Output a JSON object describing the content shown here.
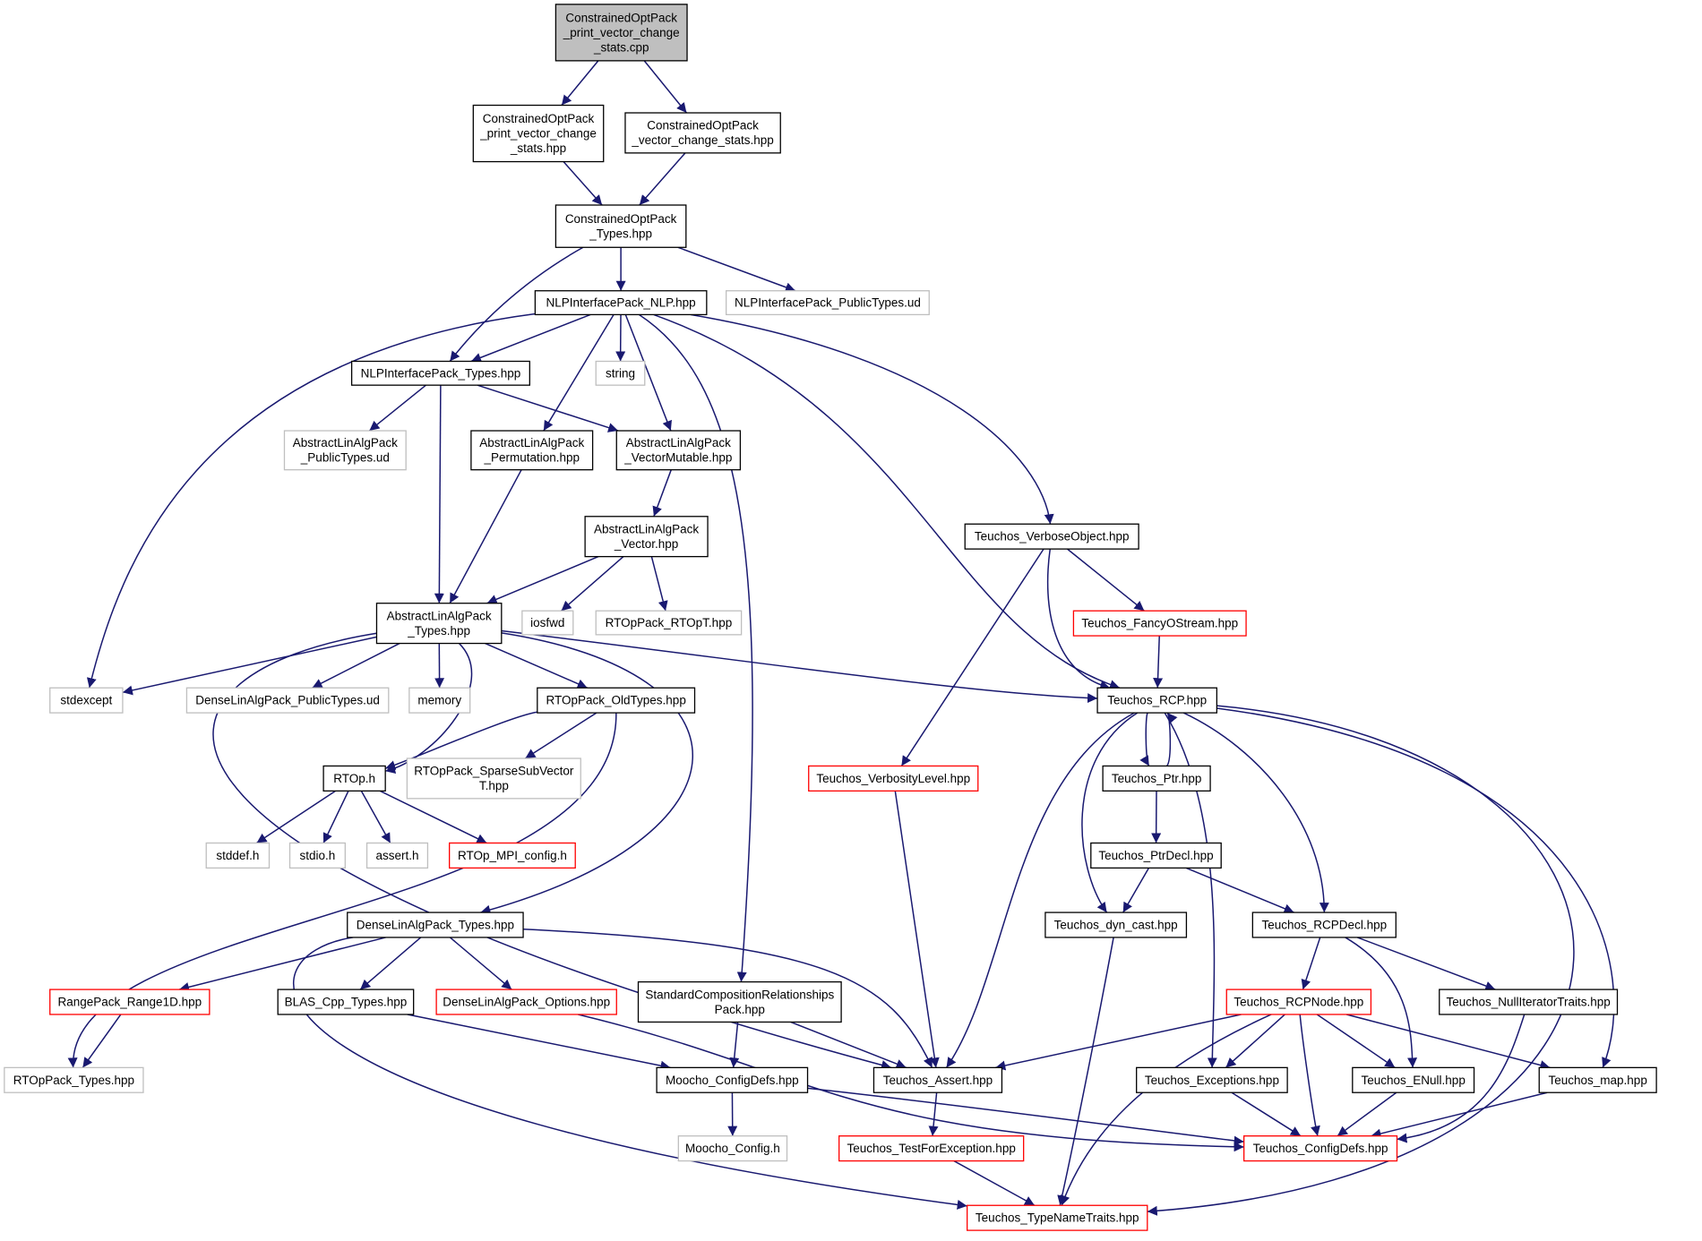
{
  "colors": {
    "edge": "#191970",
    "normal": "#000000",
    "root_fill": "#bfbfbf",
    "truncated": "#ff0000",
    "external": "#bfbfbf",
    "background": "#ffffff"
  },
  "nodes": [
    {
      "id": "root",
      "lines": [
        "ConstrainedOptPack",
        "_print_vector_change",
        "_stats.cpp"
      ],
      "kind": "root"
    },
    {
      "id": "cop_pvcs_hpp",
      "lines": [
        "ConstrainedOptPack",
        "_print_vector_change",
        "_stats.hpp"
      ],
      "kind": "normal"
    },
    {
      "id": "cop_vcs_hpp",
      "lines": [
        "ConstrainedOptPack",
        "_vector_change_stats.hpp"
      ],
      "kind": "normal"
    },
    {
      "id": "cop_types",
      "lines": [
        "ConstrainedOptPack",
        "_Types.hpp"
      ],
      "kind": "normal"
    },
    {
      "id": "nlp_nlp",
      "lines": [
        "NLPInterfacePack_NLP.hpp"
      ],
      "kind": "normal"
    },
    {
      "id": "nlp_pub",
      "lines": [
        "NLPInterfacePack_PublicTypes.ud"
      ],
      "kind": "external"
    },
    {
      "id": "nlp_types",
      "lines": [
        "NLPInterfacePack_Types.hpp"
      ],
      "kind": "normal"
    },
    {
      "id": "string",
      "lines": [
        "string"
      ],
      "kind": "external"
    },
    {
      "id": "ala_pub",
      "lines": [
        "AbstractLinAlgPack",
        "_PublicTypes.ud"
      ],
      "kind": "external"
    },
    {
      "id": "ala_perm",
      "lines": [
        "AbstractLinAlgPack",
        "_Permutation.hpp"
      ],
      "kind": "normal"
    },
    {
      "id": "ala_vm",
      "lines": [
        "AbstractLinAlgPack",
        "_VectorMutable.hpp"
      ],
      "kind": "normal"
    },
    {
      "id": "ala_vec",
      "lines": [
        "AbstractLinAlgPack",
        "_Vector.hpp"
      ],
      "kind": "normal"
    },
    {
      "id": "t_verbose",
      "lines": [
        "Teuchos_VerboseObject.hpp"
      ],
      "kind": "normal"
    },
    {
      "id": "ala_types",
      "lines": [
        "AbstractLinAlgPack",
        "_Types.hpp"
      ],
      "kind": "normal"
    },
    {
      "id": "iosfwd",
      "lines": [
        "iosfwd"
      ],
      "kind": "external"
    },
    {
      "id": "rtop_rtopt",
      "lines": [
        "RTOpPack_RTOpT.hpp"
      ],
      "kind": "external"
    },
    {
      "id": "t_fancy",
      "lines": [
        "Teuchos_FancyOStream.hpp"
      ],
      "kind": "truncated"
    },
    {
      "id": "stdexcept",
      "lines": [
        "stdexcept"
      ],
      "kind": "external"
    },
    {
      "id": "dla_pub",
      "lines": [
        "DenseLinAlgPack_PublicTypes.ud"
      ],
      "kind": "external"
    },
    {
      "id": "memory",
      "lines": [
        "memory"
      ],
      "kind": "external"
    },
    {
      "id": "rtop_old",
      "lines": [
        "RTOpPack_OldTypes.hpp"
      ],
      "kind": "normal"
    },
    {
      "id": "t_rcp",
      "lines": [
        "Teuchos_RCP.hpp"
      ],
      "kind": "normal"
    },
    {
      "id": "rtop_h",
      "lines": [
        "RTOp.h"
      ],
      "kind": "normal"
    },
    {
      "id": "rtop_ssv",
      "lines": [
        "RTOpPack_SparseSubVector",
        "T.hpp"
      ],
      "kind": "external"
    },
    {
      "id": "t_verblevel",
      "lines": [
        "Teuchos_VerbosityLevel.hpp"
      ],
      "kind": "truncated"
    },
    {
      "id": "t_ptr",
      "lines": [
        "Teuchos_Ptr.hpp"
      ],
      "kind": "normal"
    },
    {
      "id": "stddef",
      "lines": [
        "stddef.h"
      ],
      "kind": "external"
    },
    {
      "id": "stdio",
      "lines": [
        "stdio.h"
      ],
      "kind": "external"
    },
    {
      "id": "assert",
      "lines": [
        "assert.h"
      ],
      "kind": "external"
    },
    {
      "id": "rtop_mpi",
      "lines": [
        "RTOp_MPI_config.h"
      ],
      "kind": "truncated"
    },
    {
      "id": "t_ptrdecl",
      "lines": [
        "Teuchos_PtrDecl.hpp"
      ],
      "kind": "normal"
    },
    {
      "id": "dla_types",
      "lines": [
        "DenseLinAlgPack_Types.hpp"
      ],
      "kind": "normal"
    },
    {
      "id": "t_dyncast",
      "lines": [
        "Teuchos_dyn_cast.hpp"
      ],
      "kind": "normal"
    },
    {
      "id": "t_rcpdecl",
      "lines": [
        "Teuchos_RCPDecl.hpp"
      ],
      "kind": "normal"
    },
    {
      "id": "rp_range",
      "lines": [
        "RangePack_Range1D.hpp"
      ],
      "kind": "truncated"
    },
    {
      "id": "blas",
      "lines": [
        "BLAS_Cpp_Types.hpp"
      ],
      "kind": "normal"
    },
    {
      "id": "dla_opt",
      "lines": [
        "DenseLinAlgPack_Options.hpp"
      ],
      "kind": "truncated"
    },
    {
      "id": "scrp",
      "lines": [
        "StandardCompositionRelationships",
        "Pack.hpp"
      ],
      "kind": "normal"
    },
    {
      "id": "t_rcpnode",
      "lines": [
        "Teuchos_RCPNode.hpp"
      ],
      "kind": "truncated"
    },
    {
      "id": "t_nullit",
      "lines": [
        "Teuchos_NullIteratorTraits.hpp"
      ],
      "kind": "normal"
    },
    {
      "id": "rtop_types",
      "lines": [
        "RTOpPack_Types.hpp"
      ],
      "kind": "external"
    },
    {
      "id": "moocho_cfgdefs",
      "lines": [
        "Moocho_ConfigDefs.hpp"
      ],
      "kind": "normal"
    },
    {
      "id": "t_assert",
      "lines": [
        "Teuchos_Assert.hpp"
      ],
      "kind": "normal"
    },
    {
      "id": "t_exc",
      "lines": [
        "Teuchos_Exceptions.hpp"
      ],
      "kind": "normal"
    },
    {
      "id": "t_enull",
      "lines": [
        "Teuchos_ENull.hpp"
      ],
      "kind": "normal"
    },
    {
      "id": "t_map",
      "lines": [
        "Teuchos_map.hpp"
      ],
      "kind": "normal"
    },
    {
      "id": "moocho_cfg",
      "lines": [
        "Moocho_Config.h"
      ],
      "kind": "external"
    },
    {
      "id": "t_tfe",
      "lines": [
        "Teuchos_TestForException.hpp"
      ],
      "kind": "truncated"
    },
    {
      "id": "t_cfgdefs",
      "lines": [
        "Teuchos_ConfigDefs.hpp"
      ],
      "kind": "truncated"
    },
    {
      "id": "t_tnt",
      "lines": [
        "Teuchos_TypeNameTraits.hpp"
      ],
      "kind": "truncated"
    }
  ],
  "edges": [
    [
      "root",
      "cop_pvcs_hpp"
    ],
    [
      "root",
      "cop_vcs_hpp"
    ],
    [
      "cop_pvcs_hpp",
      "cop_types"
    ],
    [
      "cop_vcs_hpp",
      "cop_types"
    ],
    [
      "cop_types",
      "nlp_nlp"
    ],
    [
      "cop_types",
      "nlp_types"
    ],
    [
      "cop_types",
      "nlp_pub"
    ],
    [
      "nlp_nlp",
      "nlp_types"
    ],
    [
      "nlp_nlp",
      "string"
    ],
    [
      "nlp_nlp",
      "ala_perm"
    ],
    [
      "nlp_nlp",
      "ala_vm"
    ],
    [
      "nlp_nlp",
      "stdexcept"
    ],
    [
      "nlp_nlp",
      "t_verbose"
    ],
    [
      "nlp_nlp",
      "t_rcp"
    ],
    [
      "nlp_nlp",
      "scrp"
    ],
    [
      "nlp_types",
      "ala_pub"
    ],
    [
      "nlp_types",
      "ala_vm"
    ],
    [
      "nlp_types",
      "ala_types"
    ],
    [
      "ala_perm",
      "ala_types"
    ],
    [
      "ala_vm",
      "ala_vec"
    ],
    [
      "ala_vec",
      "ala_types"
    ],
    [
      "ala_vec",
      "iosfwd"
    ],
    [
      "ala_vec",
      "rtop_rtopt"
    ],
    [
      "t_verbose",
      "t_fancy"
    ],
    [
      "t_verbose",
      "t_rcp"
    ],
    [
      "t_verbose",
      "t_verblevel"
    ],
    [
      "t_fancy",
      "t_rcp"
    ],
    [
      "ala_types",
      "stdexcept"
    ],
    [
      "ala_types",
      "dla_pub"
    ],
    [
      "ala_types",
      "memory"
    ],
    [
      "ala_types",
      "rtop_old"
    ],
    [
      "ala_types",
      "rtop_h"
    ],
    [
      "ala_types",
      "t_rcp"
    ],
    [
      "ala_types",
      "dla_types"
    ],
    [
      "ala_types",
      "t_assert"
    ],
    [
      "rtop_old",
      "rtop_h"
    ],
    [
      "rtop_old",
      "rtop_ssv"
    ],
    [
      "rtop_old",
      "rtop_types"
    ],
    [
      "rtop_h",
      "stddef"
    ],
    [
      "rtop_h",
      "stdio"
    ],
    [
      "rtop_h",
      "assert"
    ],
    [
      "rtop_h",
      "rtop_mpi"
    ],
    [
      "t_rcp",
      "t_ptr"
    ],
    [
      "t_rcp",
      "t_dyncast"
    ],
    [
      "t_rcp",
      "t_rcpdecl"
    ],
    [
      "t_rcp",
      "t_assert"
    ],
    [
      "t_rcp",
      "t_exc"
    ],
    [
      "t_rcp",
      "t_map"
    ],
    [
      "t_rcp",
      "t_tnt"
    ],
    [
      "t_ptr",
      "t_rcp"
    ],
    [
      "t_ptr",
      "t_ptrdecl"
    ],
    [
      "t_ptrdecl",
      "t_dyncast"
    ],
    [
      "t_ptrdecl",
      "t_rcpdecl"
    ],
    [
      "t_verblevel",
      "t_assert"
    ],
    [
      "dla_types",
      "rp_range"
    ],
    [
      "dla_types",
      "blas"
    ],
    [
      "dla_types",
      "dla_opt"
    ],
    [
      "dla_types",
      "t_assert"
    ],
    [
      "dla_types",
      "t_tnt"
    ],
    [
      "rp_range",
      "rtop_types"
    ],
    [
      "blas",
      "moocho_cfgdefs"
    ],
    [
      "dla_opt",
      "t_cfgdefs"
    ],
    [
      "scrp",
      "moocho_cfgdefs"
    ],
    [
      "scrp",
      "t_assert"
    ],
    [
      "moocho_cfgdefs",
      "moocho_cfg"
    ],
    [
      "moocho_cfgdefs",
      "t_cfgdefs"
    ],
    [
      "t_dyncast",
      "t_tnt"
    ],
    [
      "t_rcpdecl",
      "t_rcpnode"
    ],
    [
      "t_rcpdecl",
      "t_enull"
    ],
    [
      "t_rcpdecl",
      "t_nullit"
    ],
    [
      "t_rcpnode",
      "t_assert"
    ],
    [
      "t_rcpnode",
      "t_exc"
    ],
    [
      "t_rcpnode",
      "t_enull"
    ],
    [
      "t_rcpnode",
      "t_map"
    ],
    [
      "t_rcpnode",
      "t_cfgdefs"
    ],
    [
      "t_rcpnode",
      "t_tnt"
    ],
    [
      "t_nullit",
      "t_cfgdefs"
    ],
    [
      "t_assert",
      "t_tfe"
    ],
    [
      "t_tfe",
      "t_tnt"
    ],
    [
      "t_exc",
      "t_cfgdefs"
    ],
    [
      "t_enull",
      "t_cfgdefs"
    ],
    [
      "t_map",
      "t_cfgdefs"
    ]
  ]
}
